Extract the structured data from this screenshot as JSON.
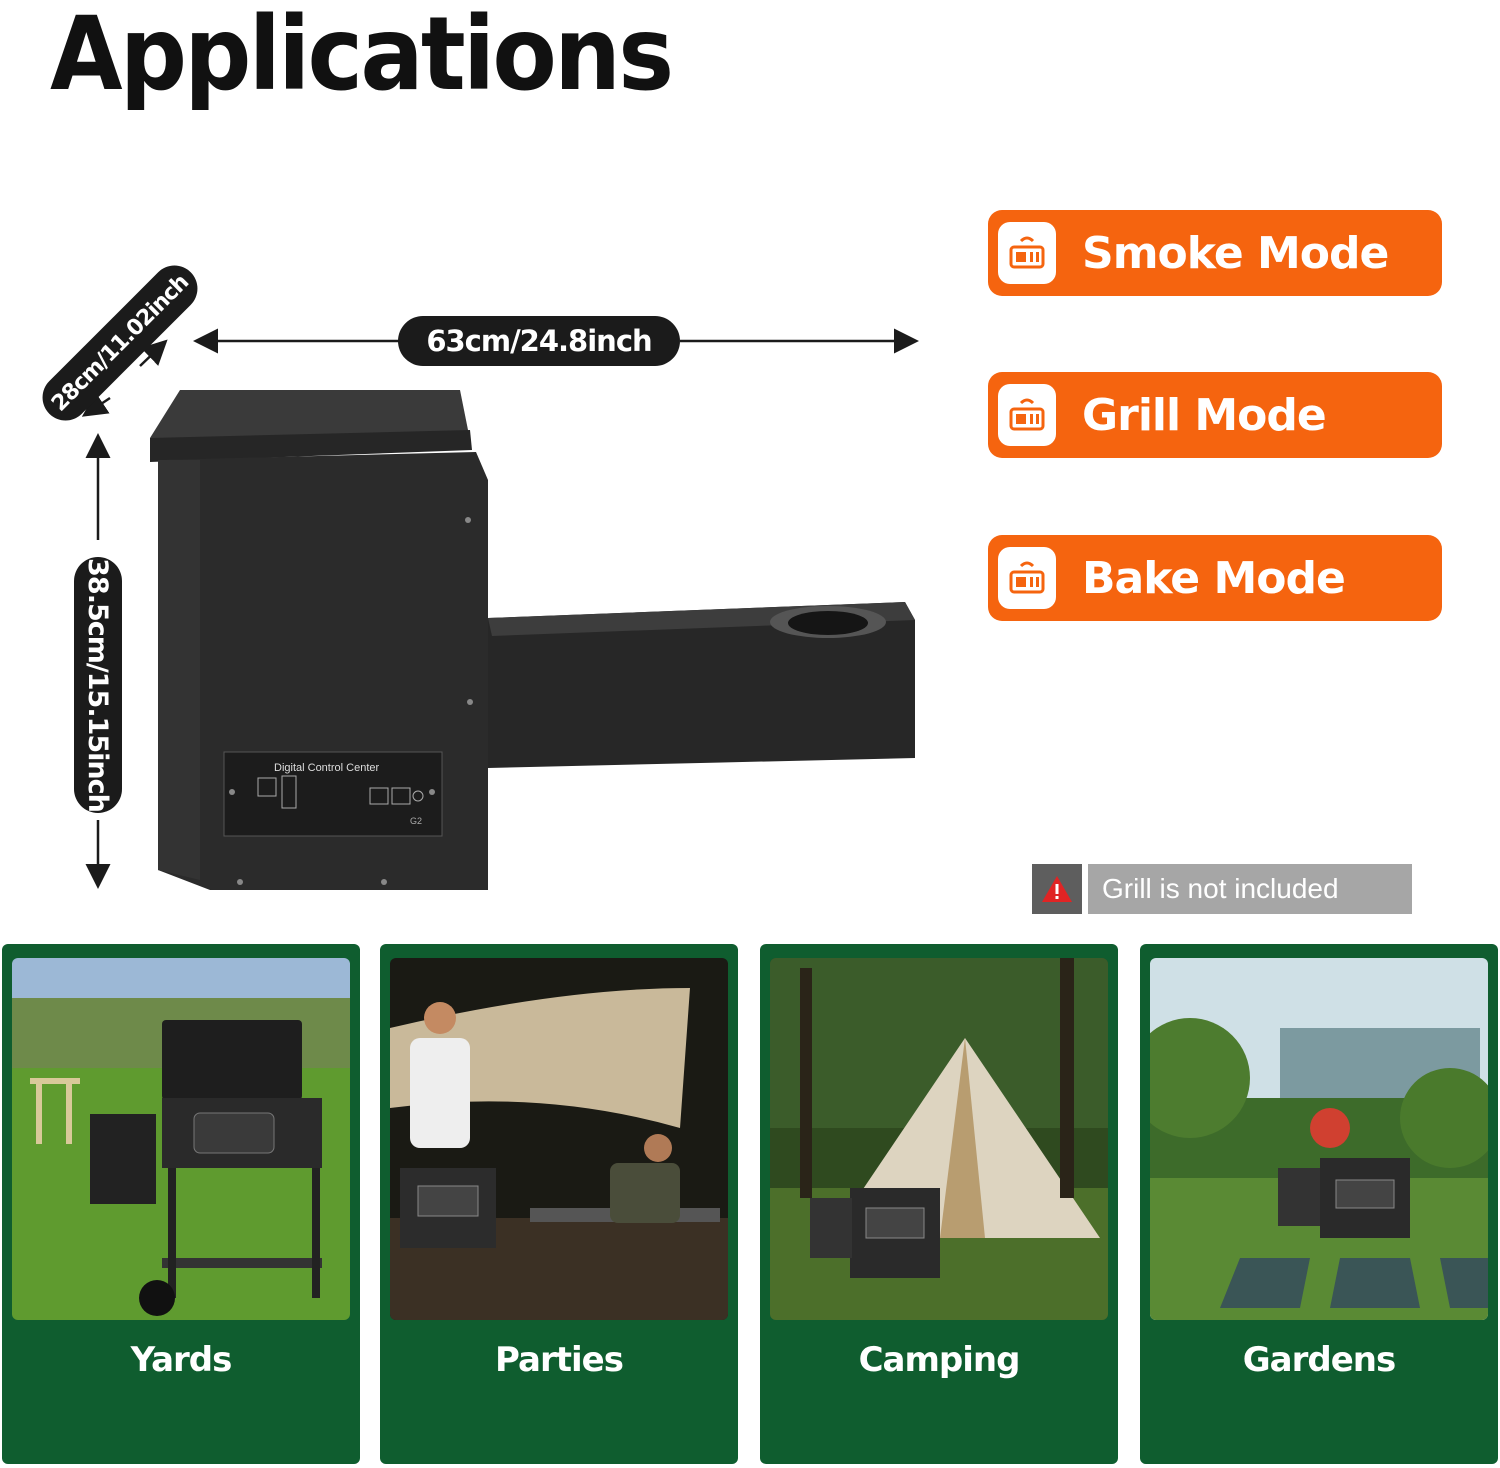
{
  "title": "Applications",
  "dimensions": {
    "width": "63cm/24.8inch",
    "depth": "28cm/11.02inch",
    "height": "38.5cm/15.15inch"
  },
  "control_panel": {
    "label": "Digital Control Center",
    "model": "G2"
  },
  "modes": [
    {
      "label": "Smoke Mode",
      "icon": "controller-icon"
    },
    {
      "label": "Grill Mode",
      "icon": "controller-icon"
    },
    {
      "label": "Bake Mode",
      "icon": "controller-icon"
    }
  ],
  "notice": {
    "text": "Grill is not included",
    "icon": "warning-icon"
  },
  "scenes": [
    {
      "label": "Yards"
    },
    {
      "label": "Parties"
    },
    {
      "label": "Camping"
    },
    {
      "label": "Gardens"
    }
  ],
  "colors": {
    "accent_orange": "#f5640f",
    "card_green": "#0f5d2f",
    "notice_gray": "#a6a6a6",
    "warning_red": "#e02424"
  }
}
